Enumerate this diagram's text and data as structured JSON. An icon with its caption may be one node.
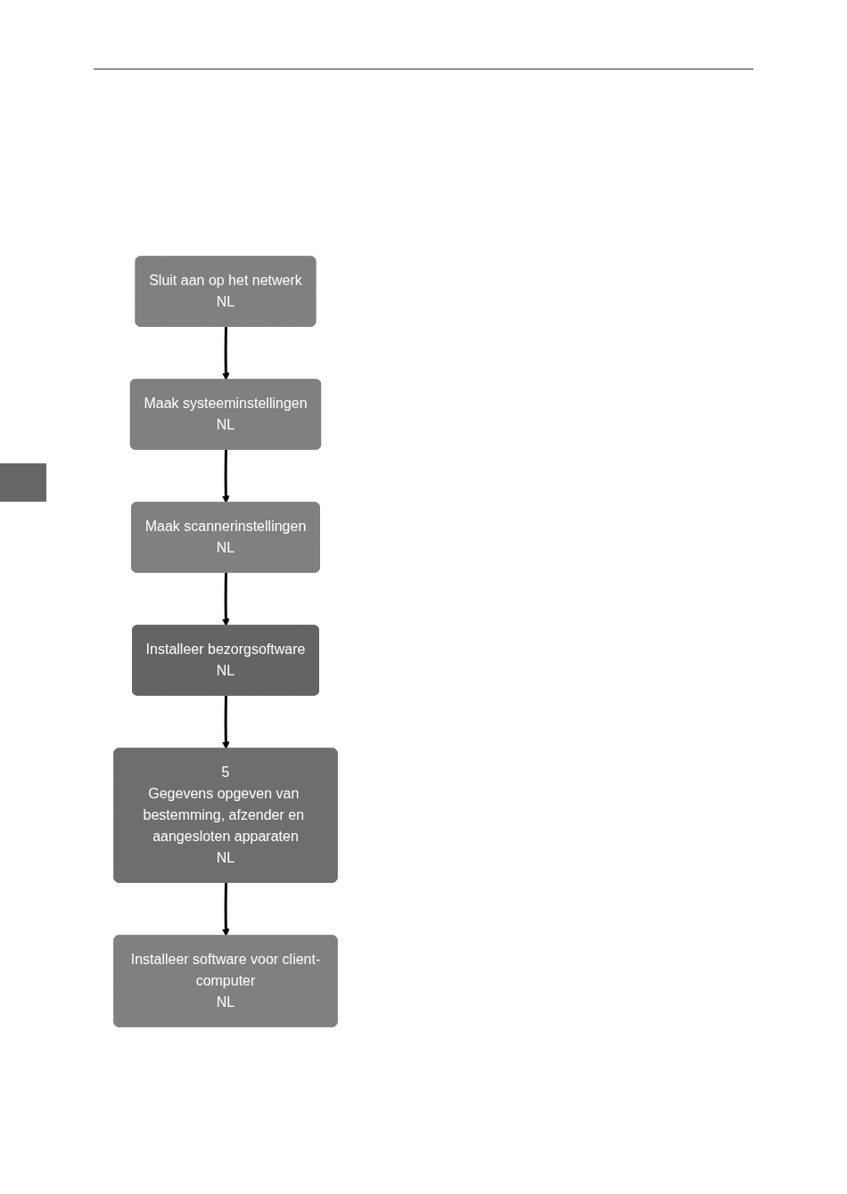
{
  "diagram": {
    "nodes": [
      {
        "text": [
          "Sluit aan op het netwerk",
          "NL"
        ]
      },
      {
        "text": [
          "Maak systeeminstellingen",
          "NL"
        ]
      },
      {
        "text": [
          "Maak scannerinstellingen",
          "NL"
        ]
      },
      {
        "text": [
          "Installeer bezorgsoftware",
          "NL"
        ]
      },
      {
        "text": [
          "5",
          "Gegevens opgeven van bestemming, afzender en aangesloten apparaten",
          "NL"
        ]
      },
      {
        "text": [
          "Installeer software voor client-computer",
          "NL"
        ]
      }
    ],
    "edges": [
      {
        "from": 0,
        "to": 1,
        "arrow": "to"
      },
      {
        "from": 1,
        "to": 2,
        "arrow": "to"
      },
      {
        "from": 2,
        "to": 3,
        "arrow": "to"
      },
      {
        "from": 3,
        "to": 4,
        "arrow": "to"
      },
      {
        "from": 4,
        "to": 5,
        "arrow": "to"
      }
    ]
  }
}
